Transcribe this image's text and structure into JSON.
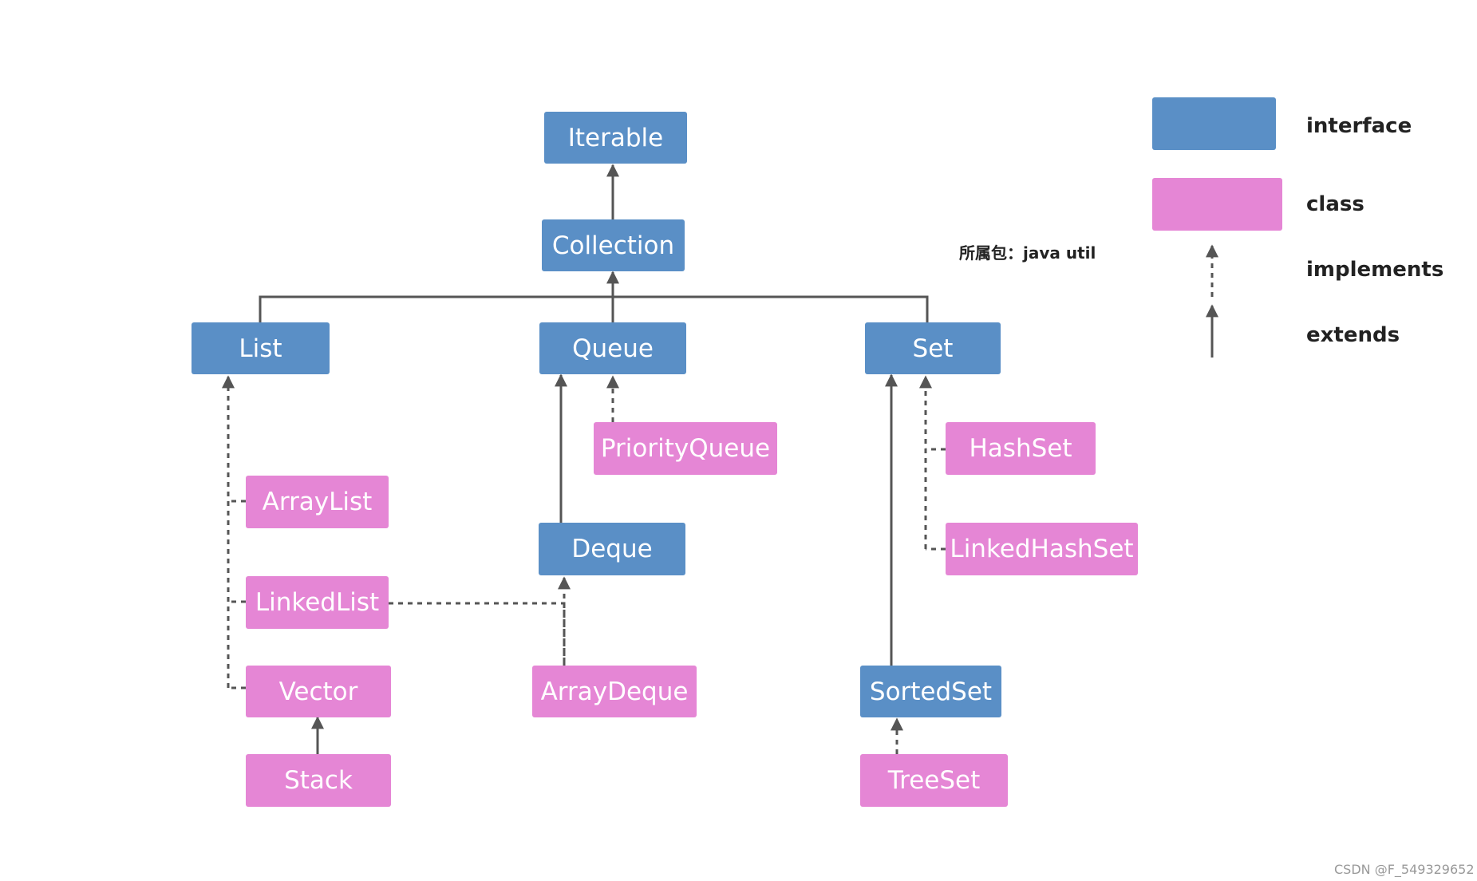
{
  "nodes": {
    "iterable": "Iterable",
    "collection": "Collection",
    "list": "List",
    "queue": "Queue",
    "set": "Set",
    "priority_queue": "PriorityQueue",
    "array_list": "ArrayList",
    "deque": "Deque",
    "hash_set": "HashSet",
    "linked_hash_set": "LinkedHashSet",
    "linked_list": "LinkedList",
    "vector": "Vector",
    "array_deque": "ArrayDeque",
    "sorted_set": "SortedSet",
    "stack": "Stack",
    "tree_set": "TreeSet"
  },
  "package_note": "所属包：java util",
  "legend": {
    "interface": "interface",
    "class": "class",
    "implements": "implements",
    "extends": "extends"
  },
  "colors": {
    "interface": "#5a8fc6",
    "class": "#e586d5",
    "arrow": "#555555"
  },
  "watermark": "CSDN @F_549329652"
}
